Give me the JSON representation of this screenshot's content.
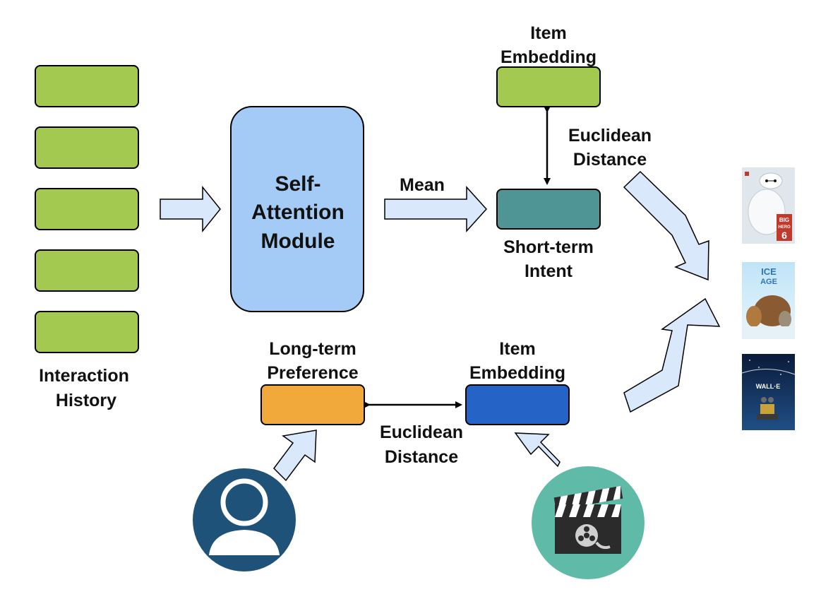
{
  "labels": {
    "interaction_history_1": "Interaction",
    "interaction_history_2": "History",
    "self_attention_1": "Self-",
    "self_attention_2": "Attention",
    "self_attention_3": "Module",
    "mean": "Mean",
    "item_embedding_top_1": "Item",
    "item_embedding_top_2": "Embedding",
    "euclidean_top_1": "Euclidean",
    "euclidean_top_2": "Distance",
    "short_term_1": "Short-term",
    "short_term_2": "Intent",
    "long_term_1": "Long-term",
    "long_term_2": "Preference",
    "item_embedding_bottom_1": "Item",
    "item_embedding_bottom_2": "Embedding",
    "euclidean_bottom_1": "Euclidean",
    "euclidean_bottom_2": "Distance"
  },
  "posters": [
    {
      "name": "big-hero-6-poster",
      "text_1": "BIG",
      "text_2": "HERO",
      "text_3": "6"
    },
    {
      "name": "ice-age-poster",
      "text_1": "ICE",
      "text_2": "AGE"
    },
    {
      "name": "wall-e-poster",
      "text_1": "WALL·E"
    }
  ],
  "colors": {
    "history_block": "#a4c951",
    "self_attention": "#a3cbf5",
    "short_term_intent": "#4f9595",
    "long_term_preference": "#f2a93b",
    "item_embedding_bottom": "#2563c7",
    "flow_arrow": "#dae8fc",
    "user_circle": "#1f5278",
    "movie_circle": "#5fbba7"
  },
  "icons": [
    "user-icon",
    "clapperboard-icon"
  ]
}
